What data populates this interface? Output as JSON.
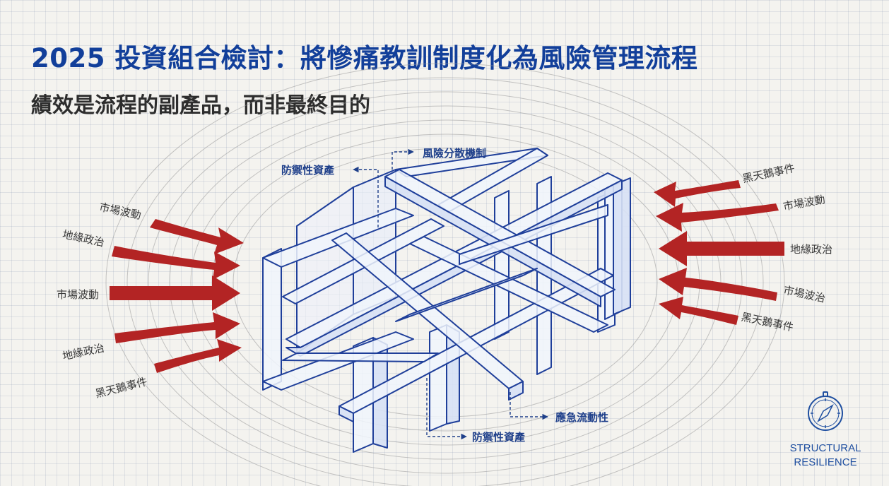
{
  "header": {
    "title": "2025 投資組合檢討：將慘痛教訓制度化為風險管理流程",
    "subtitle": "績效是流程的副產品，而非最終目的"
  },
  "left_forces": [
    "市場波動",
    "地緣政治",
    "市場波動",
    "地緣政治",
    "黑天鵝事件"
  ],
  "right_forces": [
    "黑天鵝事件",
    "市場波動",
    "地緣政治",
    "市場波治",
    "黑天鵝事件"
  ],
  "callouts": {
    "risk_diversification": "風險分散機制",
    "defensive_assets_top": "防禦性資產",
    "emergency_liquidity": "應急流動性",
    "defensive_assets_bottom": "防禦性資產"
  },
  "badge": {
    "icon": "compass-icon",
    "line1": "STRUCTURAL",
    "line2": "RESILIENCE"
  },
  "colors": {
    "title": "#123f9a",
    "arrow": "#b32424",
    "structure": "#1f3f9a",
    "wave": "#9a9a9a"
  }
}
